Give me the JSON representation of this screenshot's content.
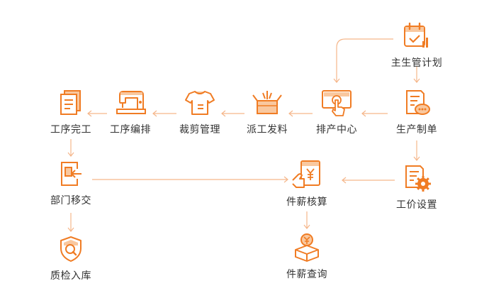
{
  "theme": {
    "accent": "#F07C24",
    "accent_light": "#F9C89F",
    "line": "#F5B68A",
    "text": "#333333",
    "background": "#FFFFFF"
  },
  "nodes": {
    "plan": {
      "label": "主生管计划",
      "icon": "calendar-chart-icon"
    },
    "order": {
      "label": "生产制单",
      "icon": "document-chat-icon"
    },
    "dispatch_center": {
      "label": "排产中心",
      "icon": "touch-screen-icon"
    },
    "material": {
      "label": "派工发料",
      "icon": "open-box-icon"
    },
    "cutting": {
      "label": "裁剪管理",
      "icon": "tshirt-icon"
    },
    "scheduling": {
      "label": "工序编排",
      "icon": "sewing-machine-icon"
    },
    "complete": {
      "label": "工序完工",
      "icon": "documents-icon"
    },
    "transfer": {
      "label": "部门移交",
      "icon": "transfer-door-icon"
    },
    "quality": {
      "label": "质检入库",
      "icon": "shield-check-icon"
    },
    "piece_calc": {
      "label": "件薪核算",
      "icon": "calculator-yen-icon"
    },
    "wage_setting": {
      "label": "工价设置",
      "icon": "document-gear-icon"
    },
    "piece_query": {
      "label": "件薪查询",
      "icon": "yen-coin-box-icon"
    }
  }
}
